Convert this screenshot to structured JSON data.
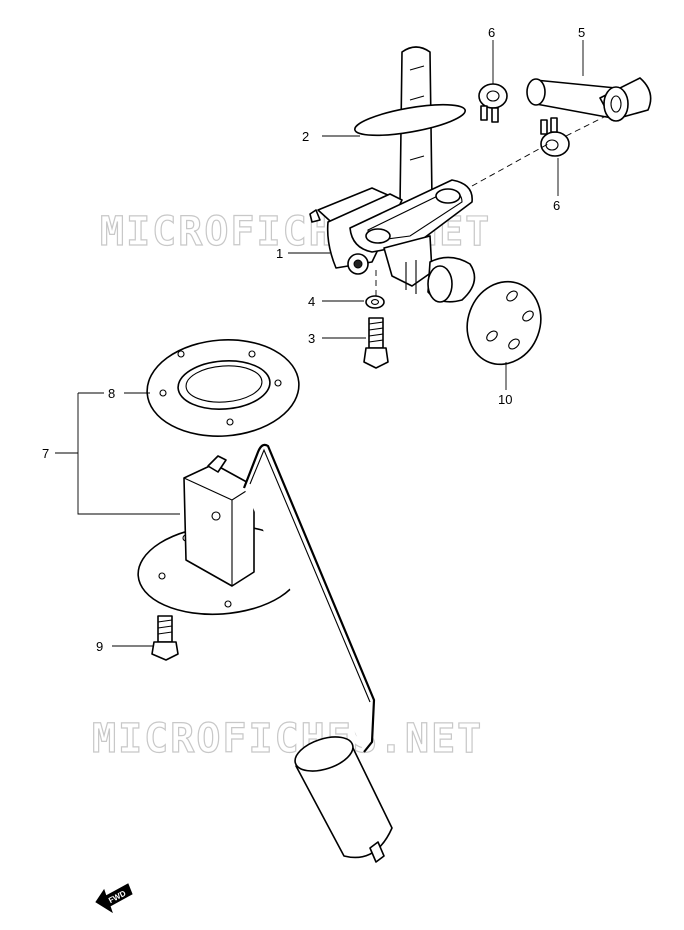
{
  "watermark": {
    "text": "MICROFICHES.NET"
  },
  "callouts": [
    {
      "id": "callout-1",
      "label": "1"
    },
    {
      "id": "callout-2",
      "label": "2"
    },
    {
      "id": "callout-3",
      "label": "3"
    },
    {
      "id": "callout-4",
      "label": "4"
    },
    {
      "id": "callout-5",
      "label": "5"
    },
    {
      "id": "callout-6a",
      "label": "6"
    },
    {
      "id": "callout-6b",
      "label": "6"
    },
    {
      "id": "callout-7",
      "label": "7"
    },
    {
      "id": "callout-8",
      "label": "8"
    },
    {
      "id": "callout-9",
      "label": "9"
    },
    {
      "id": "callout-10",
      "label": "10"
    }
  ],
  "direction": {
    "label": "FWD"
  }
}
